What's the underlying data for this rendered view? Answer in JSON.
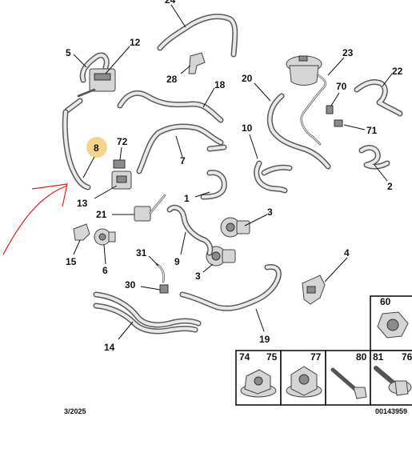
{
  "callouts": {
    "c24": "24",
    "c5": "5",
    "c12": "12",
    "c28": "28",
    "c18": "18",
    "c20": "20",
    "c23": "23",
    "c70": "70",
    "c22": "22",
    "c8": "8",
    "c72": "72",
    "c7": "7",
    "c10": "10",
    "c71": "71",
    "c2": "2",
    "c13": "13",
    "c1": "1",
    "c3a": "3",
    "c21": "21",
    "c15": "15",
    "c6": "6",
    "c31": "31",
    "c9": "9",
    "c3b": "3",
    "c4": "4",
    "c30": "30",
    "c14": "14",
    "c19": "19"
  },
  "table": {
    "cells": [
      {
        "left": "74",
        "right": "75"
      },
      {
        "left": "",
        "right": "77"
      },
      {
        "left": "",
        "right": "80"
      },
      {
        "left": "81",
        "right": "76"
      }
    ],
    "top_cell": "60"
  },
  "footer": {
    "date": "3/2025",
    "reference": "00143959"
  },
  "highlight_color": "#f7d48a",
  "annotation_color": "#e02020"
}
